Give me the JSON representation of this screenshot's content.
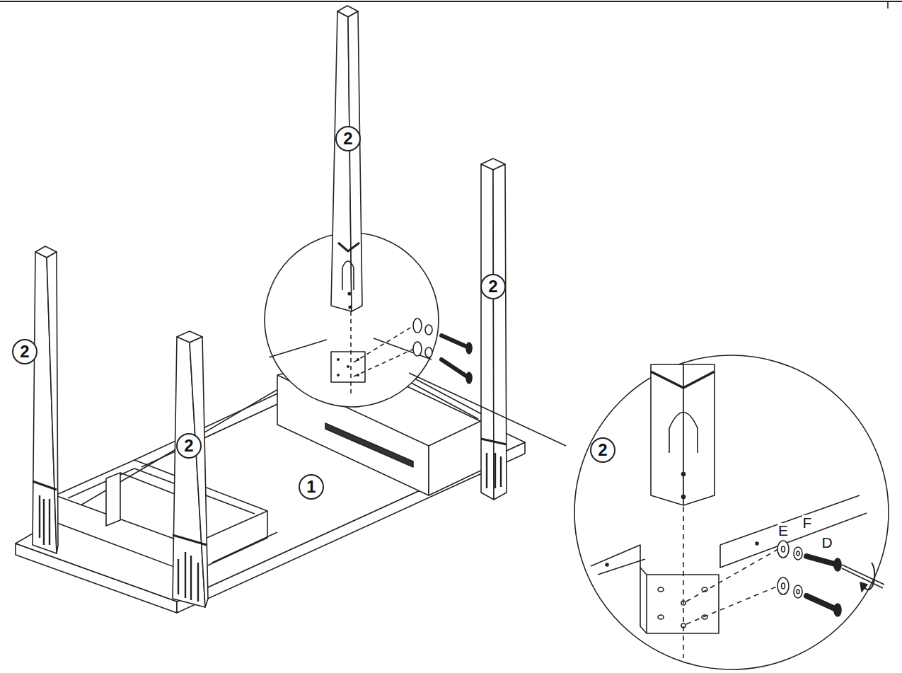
{
  "diagram": {
    "nodes": [
      {
        "text": [
          "2"
        ]
      },
      {
        "text": [
          "2"
        ]
      },
      {
        "text": [
          "2"
        ]
      },
      {
        "text": [
          "2"
        ]
      },
      {
        "text": [
          "2"
        ]
      },
      {
        "text": [
          "1"
        ]
      }
    ],
    "labels": [
      "E",
      "F",
      "D"
    ]
  }
}
